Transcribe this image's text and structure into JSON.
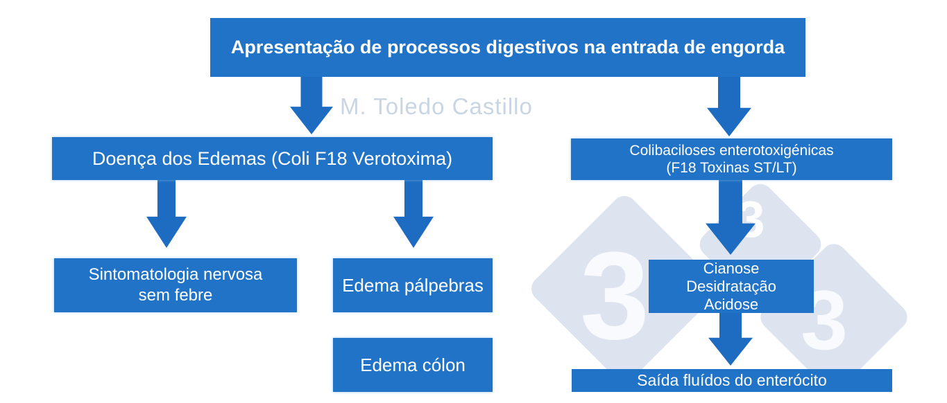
{
  "title": "Apresentação de processos digestivos na entrada de engorda",
  "watermark": {
    "author": "M. Toledo Castillo",
    "logo_digit": "3"
  },
  "left_branch": {
    "root": "Doença dos Edemas (Coli F18 Verotoxima)",
    "symptoms": "Sintomatologia nervosa\nsem febre",
    "edema_eyelids": "Edema pálpebras",
    "edema_colon": "Edema cólon"
  },
  "right_branch": {
    "root": "Colibaciloses enterotoxigénicas\n(F18 Toxinas ST/LT)",
    "effects": "Cianose\nDesidratação\nAcidose",
    "outcome": "Saída fluídos do enterócito"
  },
  "colors": {
    "box_blue": "#2173c7",
    "arrow_blue": "#1d6cc2",
    "diamond_light_blue": "#dde4f0",
    "watermark_gray_blue": "#c9d5e3",
    "text_white": "#ffffff"
  }
}
